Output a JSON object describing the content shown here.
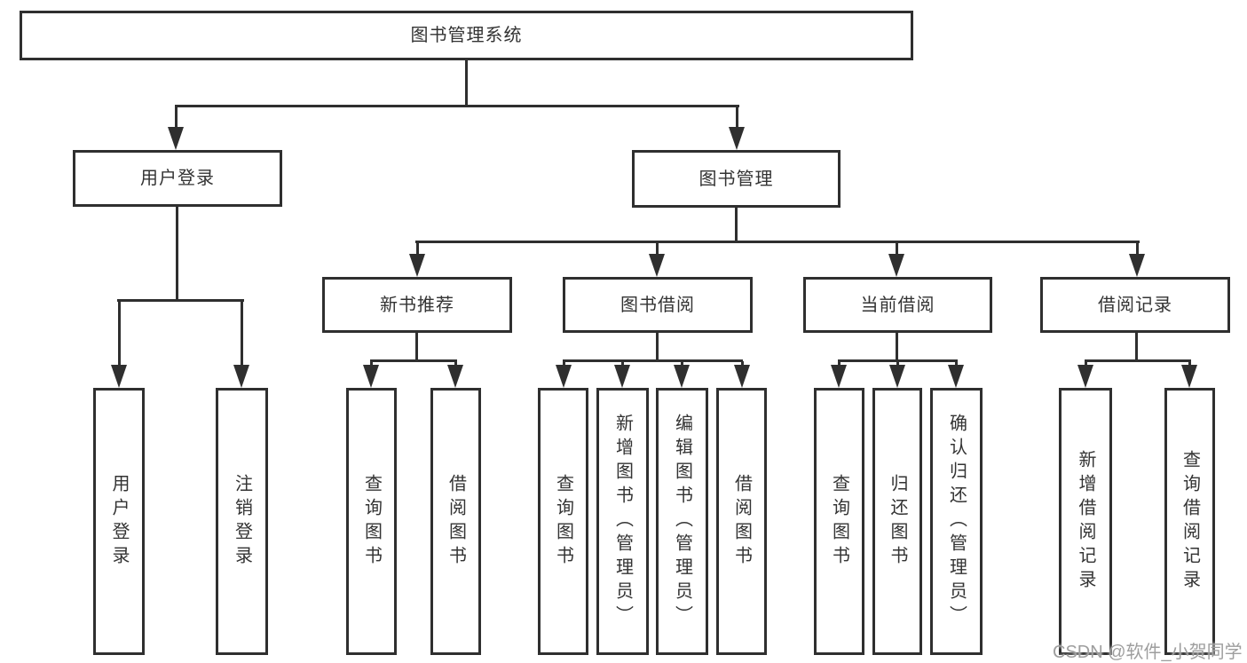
{
  "diagram": {
    "root": {
      "label": "图书管理系统"
    },
    "level1": [
      {
        "label": "用户登录",
        "leaves": [
          "用户登录",
          "注销登录"
        ]
      },
      {
        "label": "图书管理",
        "sections": [
          {
            "label": "新书推荐",
            "leaves": [
              "查询图书",
              "借阅图书"
            ]
          },
          {
            "label": "图书借阅",
            "leaves": [
              "查询图书",
              "新增图书（管理员）",
              "编辑图书（管理员）",
              "借阅图书"
            ]
          },
          {
            "label": "当前借阅",
            "leaves": [
              "查询图书",
              "归还图书",
              "确认归还（管理员）"
            ]
          },
          {
            "label": "借阅记录",
            "leaves": [
              "新增借阅记录",
              "查询借阅记录"
            ]
          }
        ]
      }
    ]
  },
  "watermark": "CSDN @软件_小贺同学",
  "colors": {
    "line": "#2f2f2f",
    "text": "#333333",
    "watermark": "#9e9e9e",
    "box_fill": "#ffffff",
    "background": "#ffffff"
  }
}
